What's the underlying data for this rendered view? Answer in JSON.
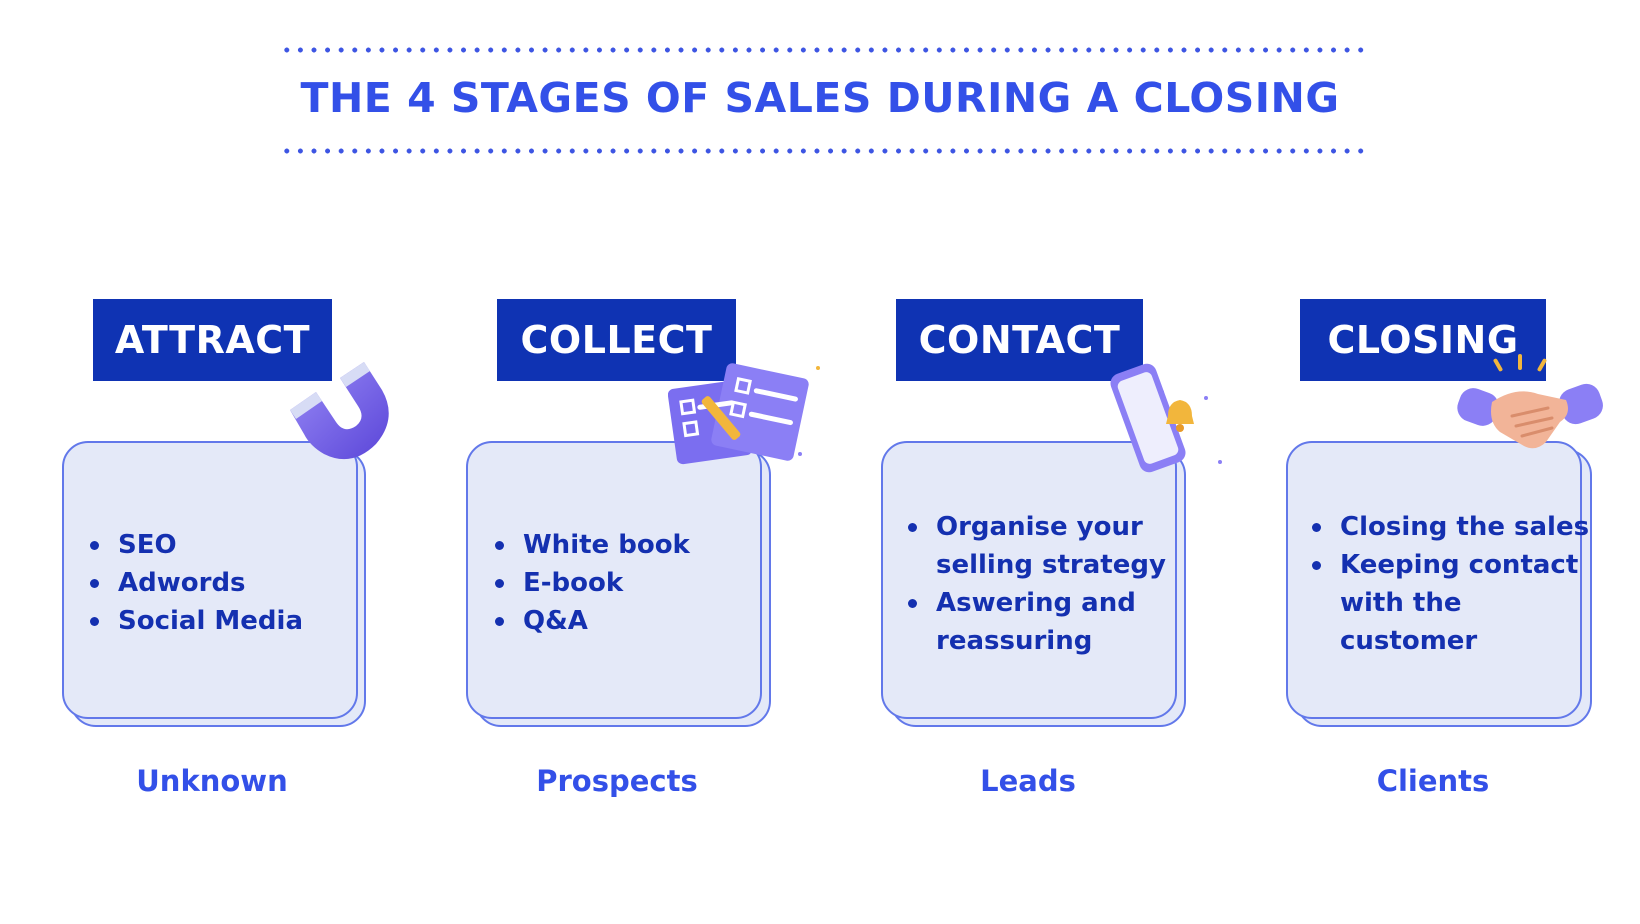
{
  "title": "THE 4 STAGES OF SALES DURING A CLOSING",
  "colors": {
    "accent": "#3350e8",
    "label_bg": "#0f33b3",
    "card_bg": "#e4e9f8",
    "card_border": "#6278ea",
    "icon_purple": "#7b6ef0"
  },
  "stages": [
    {
      "label": "ATTRACT",
      "items": [
        "SEO",
        "Adwords",
        "Social Media"
      ],
      "caption": "Unknown",
      "icon": "magnet-icon"
    },
    {
      "label": "COLLECT",
      "items": [
        "White book",
        "E-book",
        "Q&A"
      ],
      "caption": "Prospects",
      "icon": "checklist-icon"
    },
    {
      "label": "CONTACT",
      "items": [
        "Organise your selling strategy",
        "Aswering and reassuring"
      ],
      "caption": "Leads",
      "icon": "phone-notification-icon"
    },
    {
      "label": "CLOSING",
      "items": [
        "Closing the sales",
        "Keeping contact with the customer"
      ],
      "caption": "Clients",
      "icon": "handshake-icon"
    }
  ]
}
